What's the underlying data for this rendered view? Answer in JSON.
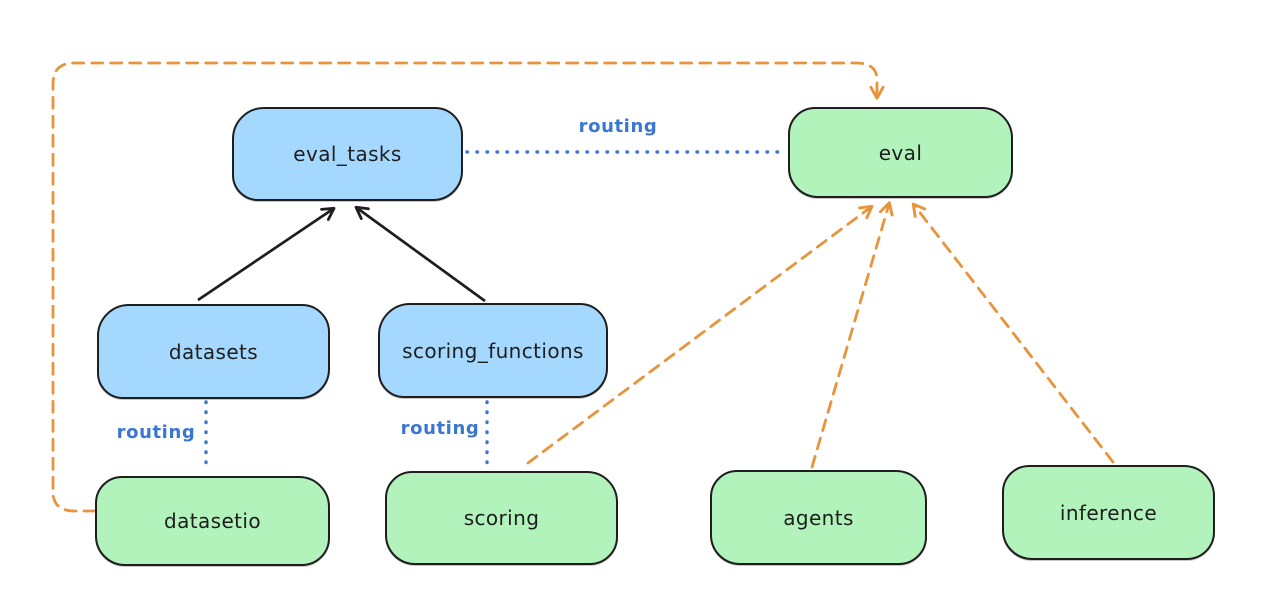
{
  "diagram": {
    "nodes": {
      "eval_tasks": {
        "label": "eval_tasks",
        "fill": "blue"
      },
      "eval": {
        "label": "eval",
        "fill": "green"
      },
      "datasets": {
        "label": "datasets",
        "fill": "blue"
      },
      "scoring_functions": {
        "label": "scoring_functions",
        "fill": "blue"
      },
      "datasetio": {
        "label": "datasetio",
        "fill": "green"
      },
      "scoring": {
        "label": "scoring",
        "fill": "green"
      },
      "agents": {
        "label": "agents",
        "fill": "green"
      },
      "inference": {
        "label": "inference",
        "fill": "green"
      }
    },
    "edges": [
      {
        "from": "datasets",
        "to": "eval_tasks",
        "style": "solid-arrow",
        "color": "black",
        "label": ""
      },
      {
        "from": "scoring_functions",
        "to": "eval_tasks",
        "style": "solid-arrow",
        "color": "black",
        "label": ""
      },
      {
        "from": "eval_tasks",
        "to": "eval",
        "style": "dotted",
        "color": "blue",
        "label": "routing"
      },
      {
        "from": "datasets",
        "to": "datasetio",
        "style": "dotted",
        "color": "blue",
        "label": "routing"
      },
      {
        "from": "scoring_functions",
        "to": "scoring",
        "style": "dotted",
        "color": "blue",
        "label": "routing"
      },
      {
        "from": "datasetio",
        "to": "eval",
        "style": "dashed-arrow",
        "color": "orange",
        "label": ""
      },
      {
        "from": "scoring",
        "to": "eval",
        "style": "dashed-arrow",
        "color": "orange",
        "label": ""
      },
      {
        "from": "agents",
        "to": "eval",
        "style": "dashed-arrow",
        "color": "orange",
        "label": ""
      },
      {
        "from": "inference",
        "to": "eval",
        "style": "dashed-arrow",
        "color": "orange",
        "label": ""
      }
    ],
    "colors": {
      "blue_fill": "#a5d8ff",
      "green_fill": "#b2f2bb",
      "stroke": "#1e1e1e",
      "orange": "#e8943c",
      "routing_blue": "#3b76d1",
      "background": "#ffffff"
    }
  }
}
